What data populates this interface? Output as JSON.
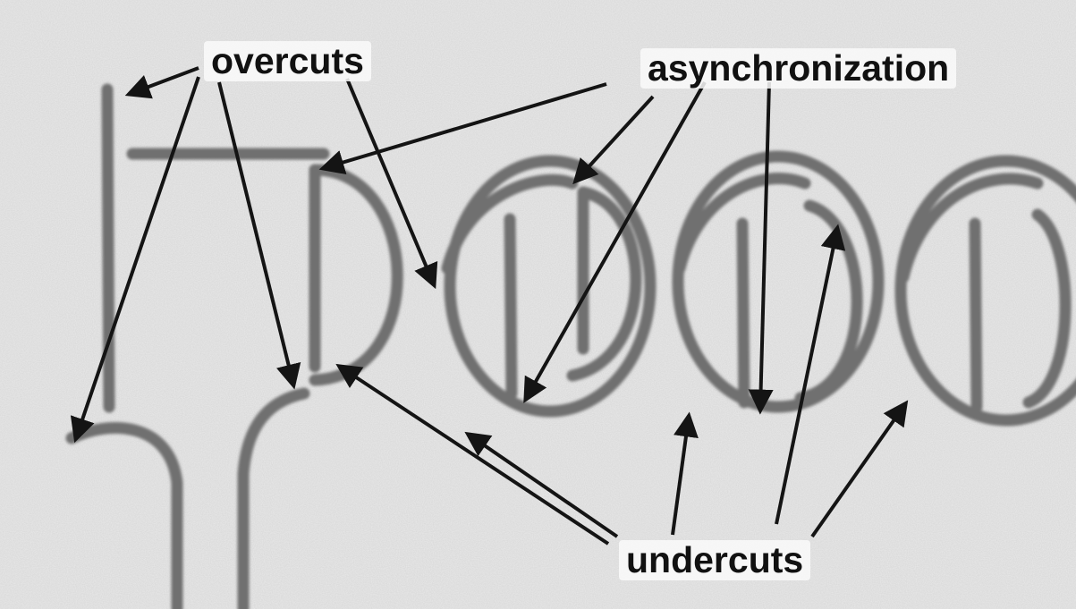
{
  "annotations": {
    "overcuts_label": "overcuts",
    "asynchronization_label": "asynchronization",
    "undercuts_label": "undercuts"
  },
  "colors": {
    "background": "#e9e9e9",
    "groove": "#777777",
    "groove_dark": "#5a5a5a",
    "arrow": "#141414",
    "label": "#111111"
  }
}
